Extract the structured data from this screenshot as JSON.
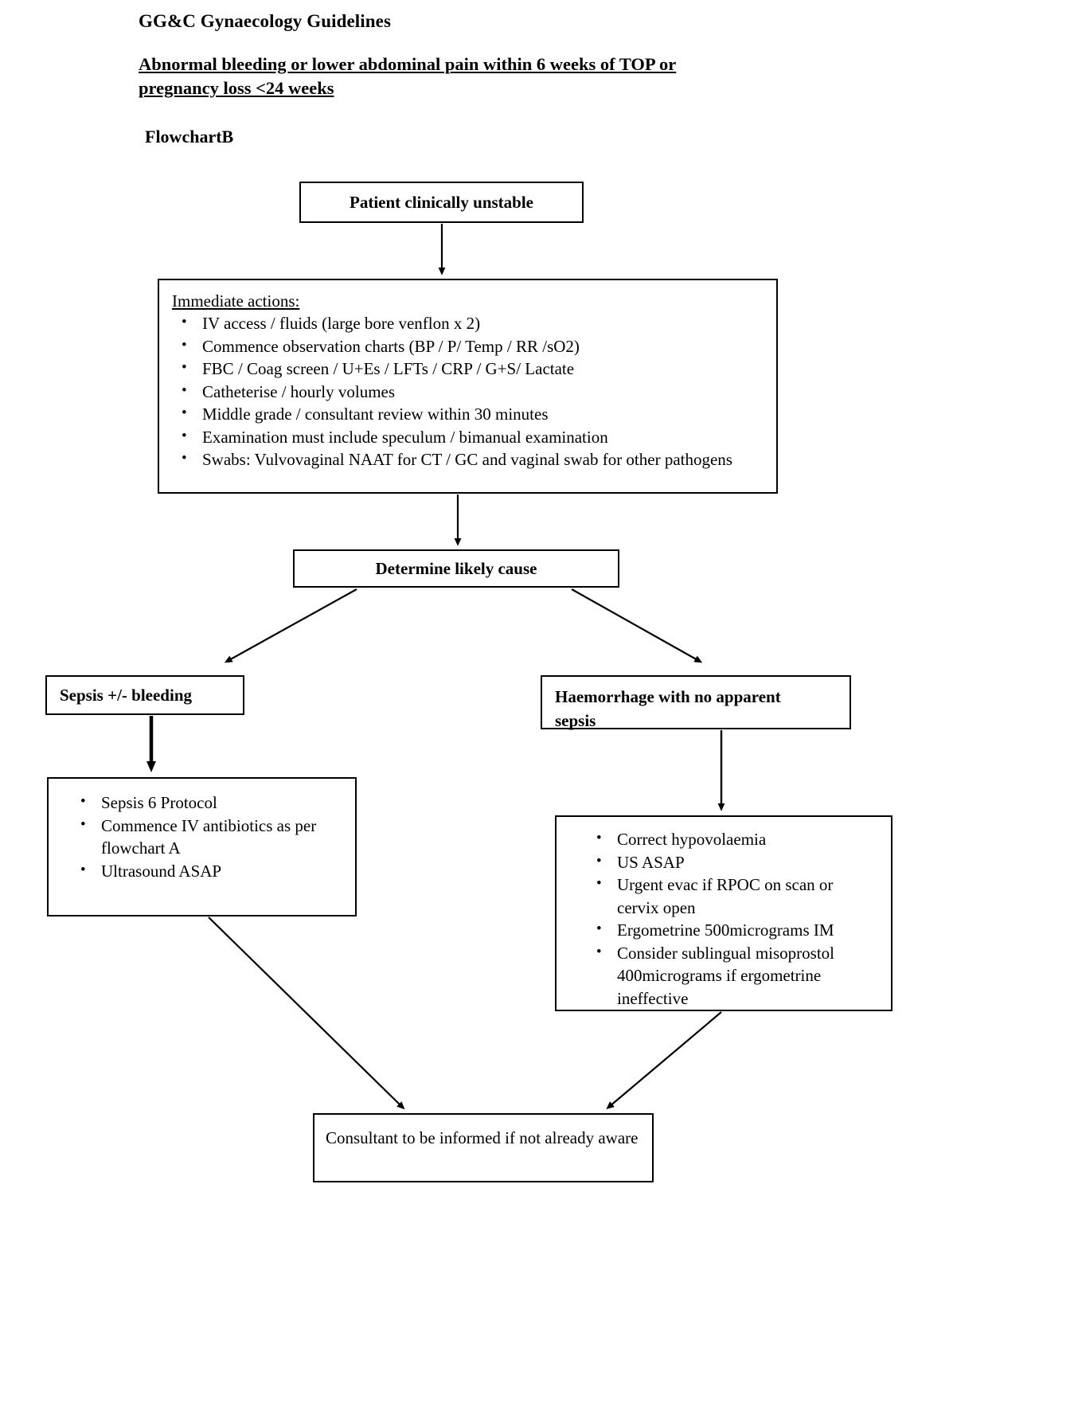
{
  "document": {
    "org_header": "GG&C Gynaecology Guidelines",
    "title_line1": "Abnormal bleeding or lower abdominal pain within 6 weeks of TOP or",
    "title_line2": "pregnancy loss <24 weeks",
    "flowchart_label": "FlowchartB"
  },
  "flowchart": {
    "nodes": {
      "unstable": {
        "label": "Patient clinically unstable"
      },
      "immediate_actions": {
        "heading": "Immediate actions:",
        "items": [
          "IV access / fluids (large bore venflon x 2)",
          "Commence observation charts (BP / P/ Temp / RR /sO2)",
          "FBC / Coag screen / U+Es / LFTs / CRP / G+S/ Lactate",
          "Catheterise / hourly volumes",
          "Middle grade / consultant review within 30 minutes",
          "Examination must include speculum / bimanual examination",
          "Swabs: Vulvovaginal NAAT for CT / GC and vaginal swab for other pathogens"
        ]
      },
      "determine_cause": {
        "label": "Determine likely cause"
      },
      "branch_sepsis": {
        "label": "Sepsis +/- bleeding"
      },
      "branch_haemorrhage": {
        "label": "Haemorrhage with no apparent sepsis"
      },
      "sepsis_actions": {
        "items": [
          "Sepsis 6 Protocol",
          "Commence IV antibiotics as per flowchart A",
          "Ultrasound ASAP"
        ]
      },
      "haemorrhage_actions": {
        "items": [
          "Correct hypovolaemia",
          "US ASAP",
          "Urgent evac if RPOC on scan or cervix open",
          "Ergometrine 500micrograms IM",
          "Consider sublingual misoprostol 400micrograms if ergometrine ineffective"
        ]
      },
      "consultant": {
        "label": "Consultant to be informed if not already aware"
      }
    },
    "edges": [
      {
        "name": "unstable-to-immediate",
        "from": "unstable",
        "to": "immediate_actions"
      },
      {
        "name": "immediate-to-determine",
        "from": "immediate_actions",
        "to": "determine_cause"
      },
      {
        "name": "determine-to-sepsis",
        "from": "determine_cause",
        "to": "branch_sepsis"
      },
      {
        "name": "determine-to-haemorrhage",
        "from": "determine_cause",
        "to": "branch_haemorrhage"
      },
      {
        "name": "sepsis-to-sepsis-actions",
        "from": "branch_sepsis",
        "to": "sepsis_actions"
      },
      {
        "name": "haemorrhage-to-haemorrhage-actions",
        "from": "branch_haemorrhage",
        "to": "haemorrhage_actions"
      },
      {
        "name": "sepsis-actions-to-consultant",
        "from": "sepsis_actions",
        "to": "consultant"
      },
      {
        "name": "haemorrhage-actions-to-consultant",
        "from": "haemorrhage_actions",
        "to": "consultant"
      }
    ]
  },
  "style": {
    "line_color": "#000000",
    "box_border": "#000000",
    "background": "#ffffff"
  }
}
